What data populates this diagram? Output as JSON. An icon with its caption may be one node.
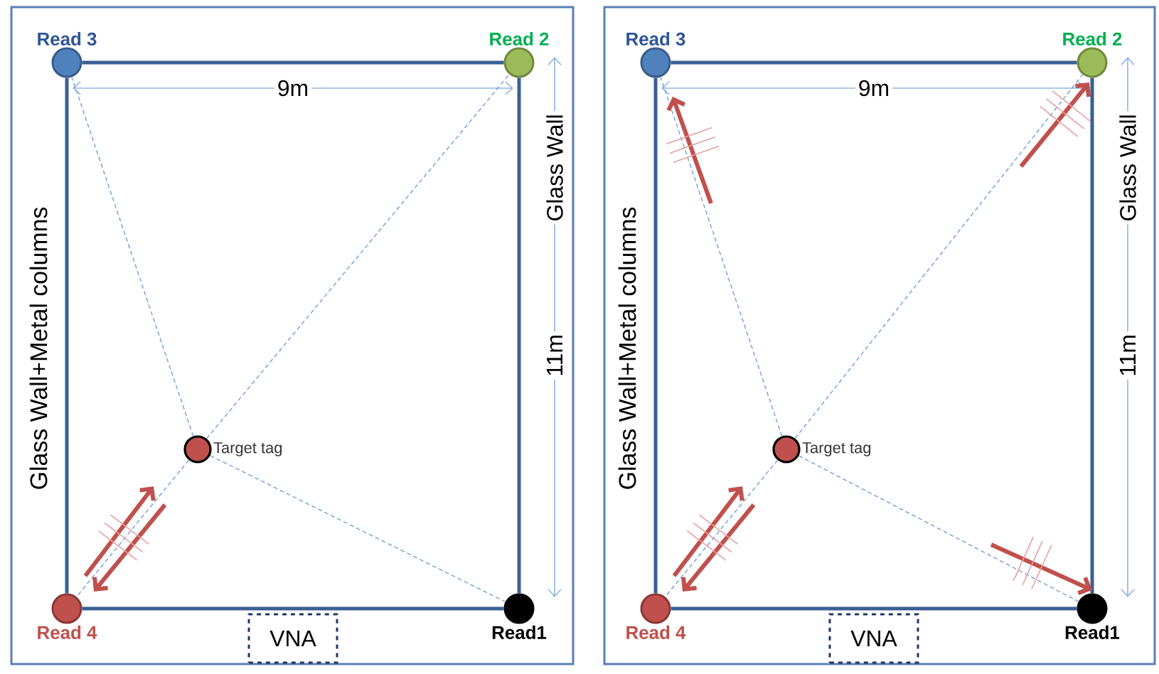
{
  "diagram": {
    "nodes": [
      {
        "text": [
          "Read 3"
        ]
      },
      {
        "text": [
          "Read 2"
        ]
      },
      {
        "text": [
          "Target tag"
        ]
      },
      {
        "text": [
          "Read 4"
        ]
      },
      {
        "text": [
          "Read1"
        ]
      },
      {
        "text": [
          "VNA"
        ]
      },
      {
        "text": [
          "Read 3"
        ]
      },
      {
        "text": [
          "Read 2"
        ]
      },
      {
        "text": [
          "Target tag"
        ]
      },
      {
        "text": [
          "Read 4"
        ]
      },
      {
        "text": [
          "Read1"
        ]
      },
      {
        "text": [
          "VNA"
        ]
      }
    ],
    "edges": [
      {
        "from": 0,
        "to": 1,
        "arrow": "none",
        "style": "thick"
      },
      {
        "from": 0,
        "to": 3,
        "arrow": "none",
        "style": "thick"
      },
      {
        "from": 1,
        "to": 4,
        "arrow": "none",
        "style": "thick"
      },
      {
        "from": 3,
        "to": 4,
        "arrow": "none",
        "style": "thick"
      },
      {
        "from": 2,
        "to": 0,
        "arrow": "none",
        "style": "dashed",
        "color": "#6f9fd8"
      },
      {
        "from": 2,
        "to": 1,
        "arrow": "none",
        "style": "dashed",
        "color": "#6f9fd8"
      },
      {
        "from": 2,
        "to": 3,
        "arrow": "none",
        "style": "dashed",
        "color": "#6f9fd8"
      },
      {
        "from": 2,
        "to": 4,
        "arrow": "none",
        "style": "dashed",
        "color": "#6f9fd8"
      },
      {
        "from": 6,
        "to": 7,
        "arrow": "none",
        "style": "thick"
      },
      {
        "from": 6,
        "to": 9,
        "arrow": "none",
        "style": "thick"
      },
      {
        "from": 7,
        "to": 10,
        "arrow": "none",
        "style": "thick"
      },
      {
        "from": 9,
        "to": 10,
        "arrow": "none",
        "style": "thick"
      },
      {
        "from": 8,
        "to": 6,
        "arrow": "none",
        "style": "dashed",
        "color": "#6f9fd8"
      },
      {
        "from": 8,
        "to": 7,
        "arrow": "none",
        "style": "dashed",
        "color": "#6f9fd8"
      },
      {
        "from": 8,
        "to": 9,
        "arrow": "none",
        "style": "dashed",
        "color": "#6f9fd8"
      },
      {
        "from": 8,
        "to": 10,
        "arrow": "none",
        "style": "dashed",
        "color": "#6f9fd8"
      }
    ],
    "labels": [
      "9m",
      "Glass Wall+Metal columns",
      "Glass Wall",
      "11m",
      "9m",
      "Glass Wall+Metal columns",
      "Glass Wall",
      "11m"
    ]
  }
}
